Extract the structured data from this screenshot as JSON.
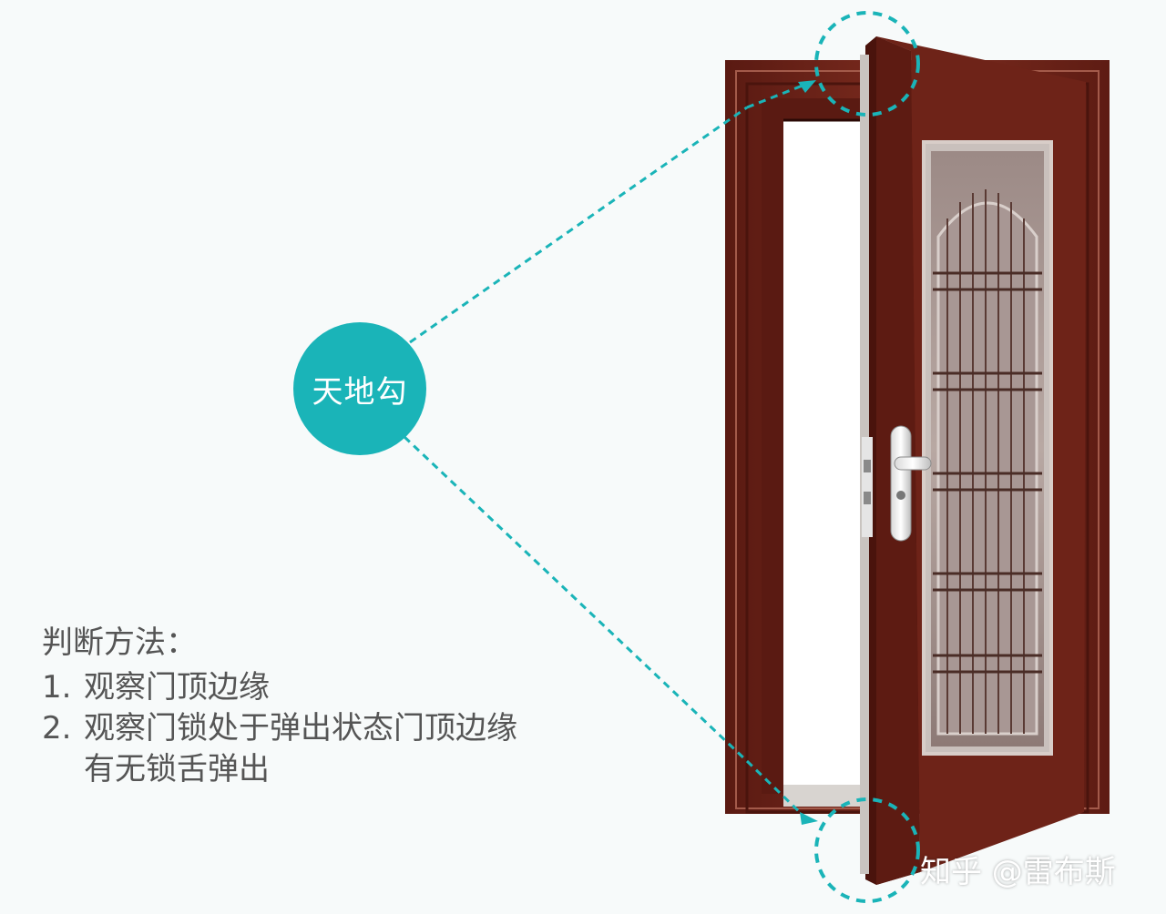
{
  "callout": {
    "label": "天地勾"
  },
  "method": {
    "heading": "判断方法：",
    "items": [
      {
        "num": "1.",
        "text": "观察门顶边缘"
      },
      {
        "num": "2.",
        "text": "观察门锁处于弹出状态门顶边缘有无锁舌弹出"
      }
    ]
  },
  "watermark": "知乎 @雷布斯",
  "colors": {
    "accent": "#1ab4b8",
    "door": "#6e2318",
    "frame": "#7a2a1e",
    "background": "#f7fafa"
  }
}
